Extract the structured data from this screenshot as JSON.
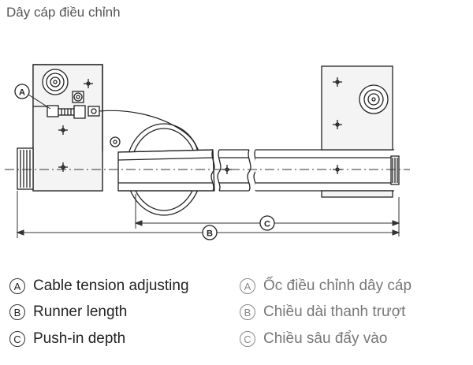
{
  "title": "Dây cáp điều chỉnh",
  "callouts": {
    "a": "A",
    "b": "B",
    "c": "C"
  },
  "legend_en": [
    {
      "letter": "A",
      "text": "Cable tension adjusting"
    },
    {
      "letter": "B",
      "text": "Runner length"
    },
    {
      "letter": "C",
      "text": "Push-in depth"
    }
  ],
  "legend_vn": [
    {
      "letter": "A",
      "text": "Ốc điều chỉnh dây cáp"
    },
    {
      "letter": "B",
      "text": "Chiều dài thanh trượt"
    },
    {
      "letter": "C",
      "text": "Chiều sâu đẩy vào"
    }
  ]
}
